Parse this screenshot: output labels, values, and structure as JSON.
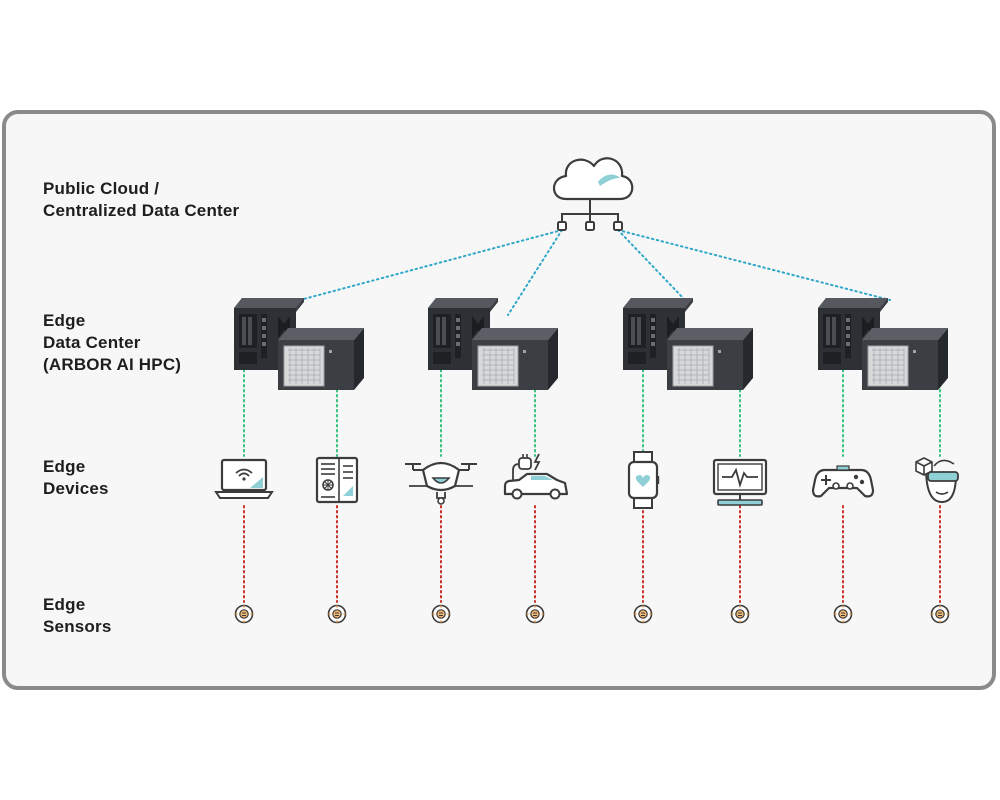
{
  "colors": {
    "panel_border": "#8a8a8a",
    "panel_bg": "#f7f7f7",
    "icon_stroke": "#3c3c3c",
    "accent": "#8fcfd6",
    "cloud_link": "#2fa7c8",
    "dc_device_link": "#34c47e",
    "device_sensor_link": "#c8322a",
    "sensor_accent": "#e8963a"
  },
  "tiers": {
    "cloud": {
      "lines": [
        "Public Cloud /",
        "Centralized Data Center"
      ],
      "icon": "cloud-network-icon"
    },
    "datacenter": {
      "lines": [
        "Edge",
        "Data Center",
        "(ARBOR AI HPC)"
      ],
      "icon": "arbor-ai-hpc-server"
    },
    "devices": {
      "lines": [
        "Edge",
        "Devices"
      ]
    },
    "sensors": {
      "lines": [
        "Edge",
        "Sensors"
      ],
      "icon": "sensor-icon"
    }
  },
  "servers": [
    "server-1",
    "server-2",
    "server-3",
    "server-4"
  ],
  "devices": [
    {
      "id": "laptop",
      "icon": "laptop-wifi-icon"
    },
    {
      "id": "machine",
      "icon": "industrial-machine-icon"
    },
    {
      "id": "drone",
      "icon": "drone-icon"
    },
    {
      "id": "ev",
      "icon": "electric-car-icon"
    },
    {
      "id": "watch",
      "icon": "smartwatch-icon"
    },
    {
      "id": "monitor",
      "icon": "health-monitor-icon"
    },
    {
      "id": "gamepad",
      "icon": "gamepad-icon"
    },
    {
      "id": "vr",
      "icon": "vr-headset-icon"
    }
  ]
}
